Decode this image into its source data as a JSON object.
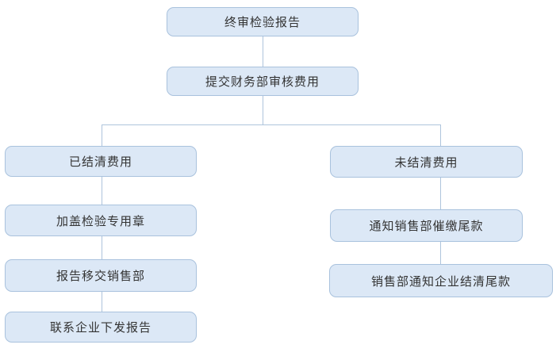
{
  "diagram": {
    "type": "flowchart",
    "direction": "top-down with two branches",
    "colors": {
      "node_fill": "#dce8f6",
      "node_border": "#a9c2dd",
      "connector_line": "#aec4dc",
      "text": "#333333",
      "background": "#ffffff"
    },
    "nodes": [
      {
        "id": "final-inspection-report",
        "label": "终审检验报告",
        "column": "center",
        "row": 1
      },
      {
        "id": "submit-finance-review-fees",
        "label": "提交财务部审核费用",
        "column": "center",
        "row": 2
      },
      {
        "id": "fees-settled",
        "label": "已结清费用",
        "column": "left",
        "row": 3
      },
      {
        "id": "stamp-inspection-seal",
        "label": "加盖检验专用章",
        "column": "left",
        "row": 4
      },
      {
        "id": "report-transfer-sales-dept",
        "label": "报告移交销售部",
        "column": "left",
        "row": 5
      },
      {
        "id": "contact-enterprise-issue-report",
        "label": "联系企业下发报告",
        "column": "left",
        "row": 6
      },
      {
        "id": "fees-unsettled",
        "label": "未结清费用",
        "column": "right",
        "row": 3
      },
      {
        "id": "notify-sales-collect-balance",
        "label": "通知销售部催缴尾款",
        "column": "right",
        "row": 4
      },
      {
        "id": "sales-notify-enterprise-settle",
        "label": "销售部通知企业结清尾款",
        "column": "right",
        "row": 5
      }
    ],
    "edges": [
      {
        "from": "final-inspection-report",
        "to": "submit-finance-review-fees"
      },
      {
        "from": "submit-finance-review-fees",
        "to": "fees-settled"
      },
      {
        "from": "submit-finance-review-fees",
        "to": "fees-unsettled"
      },
      {
        "from": "fees-settled",
        "to": "stamp-inspection-seal"
      },
      {
        "from": "stamp-inspection-seal",
        "to": "report-transfer-sales-dept"
      },
      {
        "from": "report-transfer-sales-dept",
        "to": "contact-enterprise-issue-report"
      },
      {
        "from": "fees-unsettled",
        "to": "notify-sales-collect-balance"
      },
      {
        "from": "notify-sales-collect-balance",
        "to": "sales-notify-enterprise-settle"
      }
    ]
  }
}
